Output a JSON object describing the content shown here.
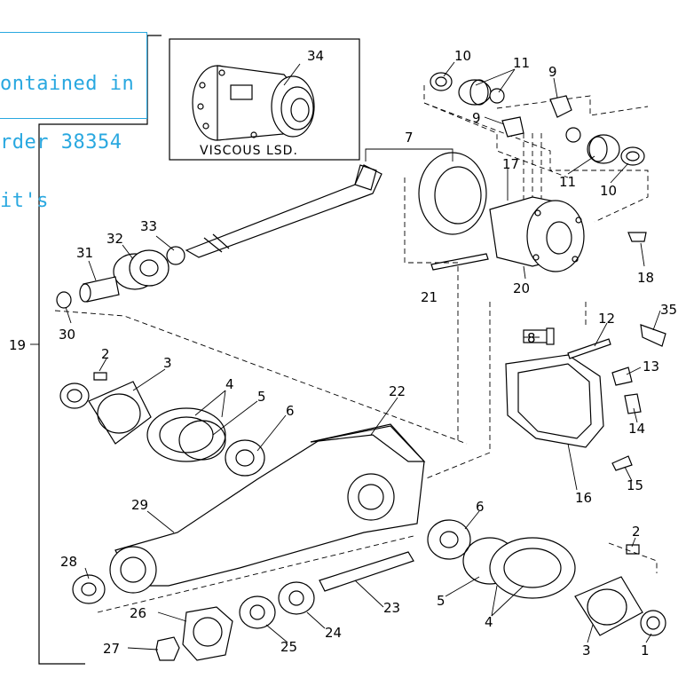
{
  "overlay": {
    "lines": [
      "ontained in",
      "rder 38354",
      "it's"
    ],
    "color": "#29a8e0"
  },
  "inset": {
    "caption": "VISCOUS LSD.",
    "part": "34"
  },
  "labels": {
    "p1": "1",
    "p2a": "2",
    "p2b": "2",
    "p3a": "3",
    "p3b": "3",
    "p4a": "4",
    "p4b": "4",
    "p5a": "5",
    "p5b": "5",
    "p6a": "6",
    "p6b": "6",
    "p7": "7",
    "p8": "8",
    "p9a": "9",
    "p9b": "9",
    "p10a": "10",
    "p10b": "10",
    "p11a": "11",
    "p11b": "11",
    "p12": "12",
    "p13": "13",
    "p14": "14",
    "p15": "15",
    "p16": "16",
    "p17": "17",
    "p18": "18",
    "p19": "19",
    "p20": "20",
    "p21": "21",
    "p22": "22",
    "p23": "23",
    "p24": "24",
    "p25": "25",
    "p26": "26",
    "p27": "27",
    "p28": "28",
    "p29": "29",
    "p30": "30",
    "p31": "31",
    "p32": "32",
    "p33": "33",
    "p35": "35"
  }
}
